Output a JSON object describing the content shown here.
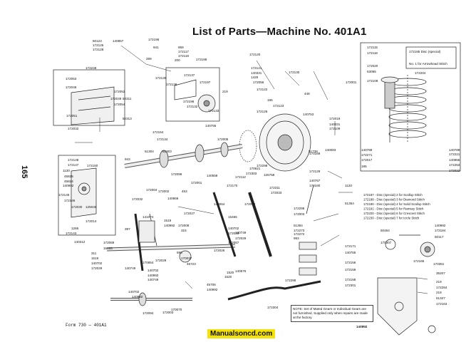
{
  "title": "List of Parts—Machine No. 401A1",
  "page_number": "165",
  "form_number": "Form 730 — 401A1",
  "note": "NOTE: Set of Mated Gears or Individual Gears are not furnished. Supplied only when repairs are made at the factory.",
  "watermark": "Manualsoncd.com",
  "inset_labels": {
    "disc_special": "172185 Disc (special)",
    "disc_sub": "No. 1 for Arrowhead Stitch"
  },
  "disc_list": [
    "172187 - Disc (special) 2 for Scallop Stitch",
    "172188 - Disc (special) 3 for Diamond Stitch",
    "172190 - Disc (special) 4 for Solid Scallop Stitch",
    "172191 - Disc (special) 5 for Ramsey Stitch",
    "172220 - Disc (special) 6 for Crescent Stitch",
    "172230 - Disc (special) 7 for Icicle Stitch"
  ],
  "part_labels": [
    {
      "t": "50123"
    },
    {
      "t": "172125"
    },
    {
      "t": "172128"
    },
    {
      "t": "140857"
    },
    {
      "t": "172196"
    },
    {
      "t": "941"
    },
    {
      "t": "959"
    },
    {
      "t": "172117"
    },
    {
      "t": "172119"
    },
    {
      "t": "289"
    },
    {
      "t": "200"
    },
    {
      "t": "172199"
    },
    {
      "t": "172248"
    },
    {
      "t": "172135"
    },
    {
      "t": "172137"
    },
    {
      "t": "172138"
    },
    {
      "t": "172197"
    },
    {
      "t": "172198"
    },
    {
      "t": "172132"
    },
    {
      "t": "172133"
    },
    {
      "t": "219"
    },
    {
      "t": "172120"
    },
    {
      "t": "172121"
    },
    {
      "t": "140331"
    },
    {
      "t": "1429"
    },
    {
      "t": "172056"
    },
    {
      "t": "172130"
    },
    {
      "t": "448"
    },
    {
      "t": "172001"
    },
    {
      "t": "172122"
    },
    {
      "t": "185"
    },
    {
      "t": "172123"
    },
    {
      "t": "172126"
    },
    {
      "t": "140753"
    },
    {
      "t": "172053"
    },
    {
      "t": "172046"
    },
    {
      "t": "172052"
    },
    {
      "t": "172049"
    },
    {
      "t": "172054"
    },
    {
      "t": "172051"
    },
    {
      "t": "50311"
    },
    {
      "t": "50313"
    },
    {
      "t": "172032"
    },
    {
      "t": "172154"
    },
    {
      "t": "172134"
    },
    {
      "t": "140755"
    },
    {
      "t": "172005"
    },
    {
      "t": "51304"
    },
    {
      "t": "51303"
    },
    {
      "t": "51738"
    },
    {
      "t": "140083"
    },
    {
      "t": "140331"
    },
    {
      "t": "172019"
    },
    {
      "t": "172109"
    },
    {
      "t": "172115"
    },
    {
      "t": "172116"
    },
    {
      "t": "53095"
    },
    {
      "t": "172108"
    },
    {
      "t": "172020"
    },
    {
      "t": "172204"
    },
    {
      "t": "140789"
    },
    {
      "t": "172271"
    },
    {
      "t": "172017"
    },
    {
      "t": "185"
    },
    {
      "t": "140789"
    },
    {
      "t": "172221"
    },
    {
      "t": "140855"
    },
    {
      "t": "172253"
    },
    {
      "t": "172022"
    },
    {
      "t": "943"
    },
    {
      "t": "172148"
    },
    {
      "t": "172147"
    },
    {
      "t": "172150"
    },
    {
      "t": "1130"
    },
    {
      "t": "140992"
    },
    {
      "t": "45825"
    },
    {
      "t": "45824"
    },
    {
      "t": "172145"
    },
    {
      "t": "172146"
    },
    {
      "t": "172030"
    },
    {
      "t": "125046"
    },
    {
      "t": "172014"
    },
    {
      "t": "172143"
    },
    {
      "t": "1266"
    },
    {
      "t": "172032"
    },
    {
      "t": "140866"
    },
    {
      "t": "172004"
    },
    {
      "t": "172002"
    },
    {
      "t": "172096"
    },
    {
      "t": "453"
    },
    {
      "t": "172001"
    },
    {
      "t": "140558"
    },
    {
      "t": "172112"
    },
    {
      "t": "172303"
    },
    {
      "t": "170621"
    },
    {
      "t": "172298"
    },
    {
      "t": "125758"
    },
    {
      "t": "172311"
    },
    {
      "t": "172033"
    },
    {
      "t": "170169"
    },
    {
      "t": "172129"
    },
    {
      "t": "140767"
    },
    {
      "t": "170180"
    },
    {
      "t": "1120"
    },
    {
      "t": "172295"
    },
    {
      "t": "51354"
    },
    {
      "t": "172170"
    },
    {
      "t": "140064"
    },
    {
      "t": "172006"
    },
    {
      "t": "172003"
    },
    {
      "t": "51384"
    },
    {
      "t": "172273"
    },
    {
      "t": "172272"
    },
    {
      "t": "993"
    },
    {
      "t": "172171"
    },
    {
      "t": "140755"
    },
    {
      "t": "172156"
    },
    {
      "t": "172159"
    },
    {
      "t": "172158"
    },
    {
      "t": "172301"
    },
    {
      "t": "172286"
    },
    {
      "t": "140992"
    },
    {
      "t": "172184"
    },
    {
      "t": "50117"
    },
    {
      "t": "50464"
    },
    {
      "t": "170307"
    },
    {
      "t": "170351"
    },
    {
      "t": "172165"
    },
    {
      "t": "35207"
    },
    {
      "t": "219"
    },
    {
      "t": "172284"
    },
    {
      "t": "219"
    },
    {
      "t": "51327"
    },
    {
      "t": "172163"
    },
    {
      "t": "141074"
    },
    {
      "t": "397"
    },
    {
      "t": "172027"
    },
    {
      "t": "140992"
    },
    {
      "t": "172008"
    },
    {
      "t": "315"
    },
    {
      "t": "1519"
    },
    {
      "t": "15465"
    },
    {
      "t": "140702"
    },
    {
      "t": "172067"
    },
    {
      "t": "140749"
    },
    {
      "t": "172029"
    },
    {
      "t": "172028"
    },
    {
      "t": "172026"
    },
    {
      "t": "140312"
    },
    {
      "t": "172069"
    },
    {
      "t": "15465"
    },
    {
      "t": "311"
    },
    {
      "t": "1519"
    },
    {
      "t": "140702"
    },
    {
      "t": "172029"
    },
    {
      "t": "140749"
    },
    {
      "t": "170854"
    },
    {
      "t": "172028"
    },
    {
      "t": "598"
    },
    {
      "t": "170037"
    },
    {
      "t": "45723"
    },
    {
      "t": "1520"
    },
    {
      "t": "140702"
    },
    {
      "t": "140992"
    },
    {
      "t": "140749"
    },
    {
      "t": "1520"
    },
    {
      "t": "140576"
    },
    {
      "t": "45706"
    },
    {
      "t": "140992"
    },
    {
      "t": "172304"
    },
    {
      "t": "140702"
    },
    {
      "t": "140992"
    },
    {
      "t": "172094"
    },
    {
      "t": "172003"
    },
    {
      "t": "170070"
    },
    {
      "t": "140702"
    },
    {
      "t": "140992"
    }
  ]
}
